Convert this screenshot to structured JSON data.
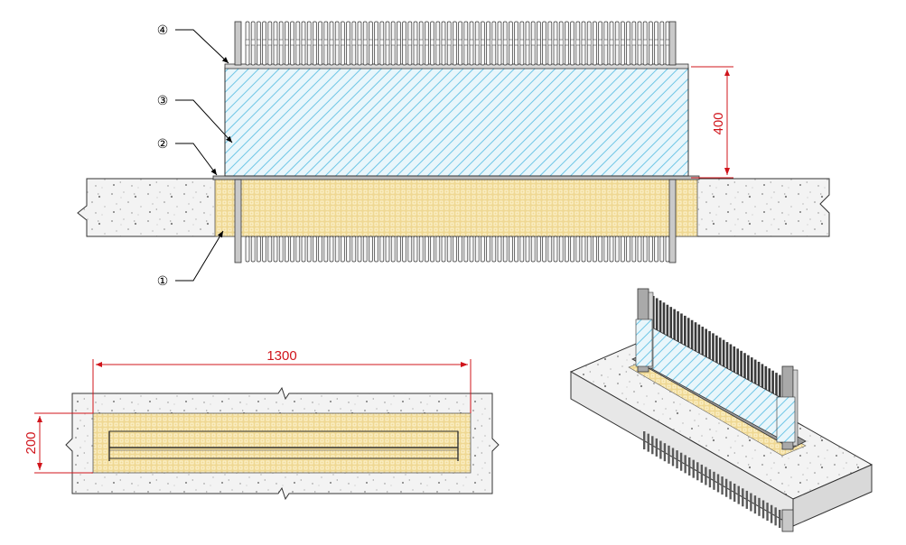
{
  "callouts": [
    "①",
    "②",
    "③",
    "④"
  ],
  "dimensions": {
    "height": "400",
    "length": "1300",
    "width": "200"
  },
  "colors": {
    "dimension": "#d0141b",
    "glass_hatch": "#6fc6e6",
    "sealant": "#e8cf86",
    "concrete": "#f2f2f2",
    "channel": "#c9c9c9",
    "fins": "#bfbfbf"
  }
}
